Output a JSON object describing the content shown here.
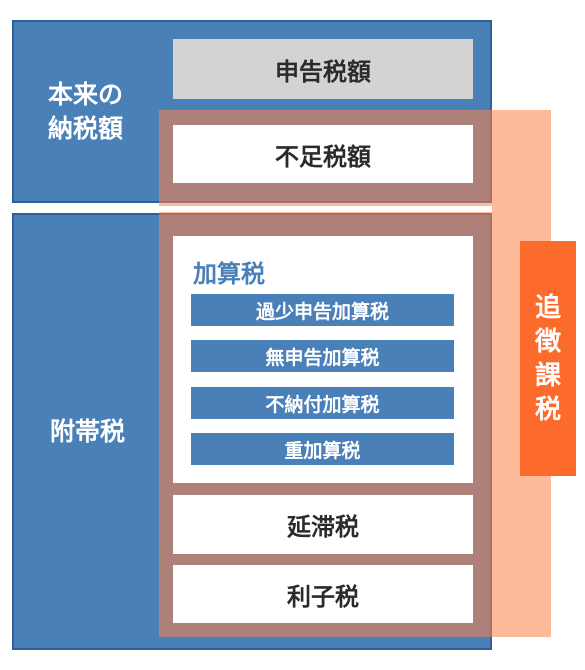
{
  "honrai_label": [
    "本来の",
    "納税額"
  ],
  "shinkoku": "申告税額",
  "fusoku": "不足税額",
  "futai_label": "附帯税",
  "kasan": {
    "title": "加算税",
    "items": [
      "過少申告加算税",
      "無申告加算税",
      "不納付加算税",
      "重加算税"
    ]
  },
  "entai": "延滞税",
  "rishi": "利子税",
  "tsuichou": [
    "追",
    "徴",
    "課",
    "税"
  ]
}
